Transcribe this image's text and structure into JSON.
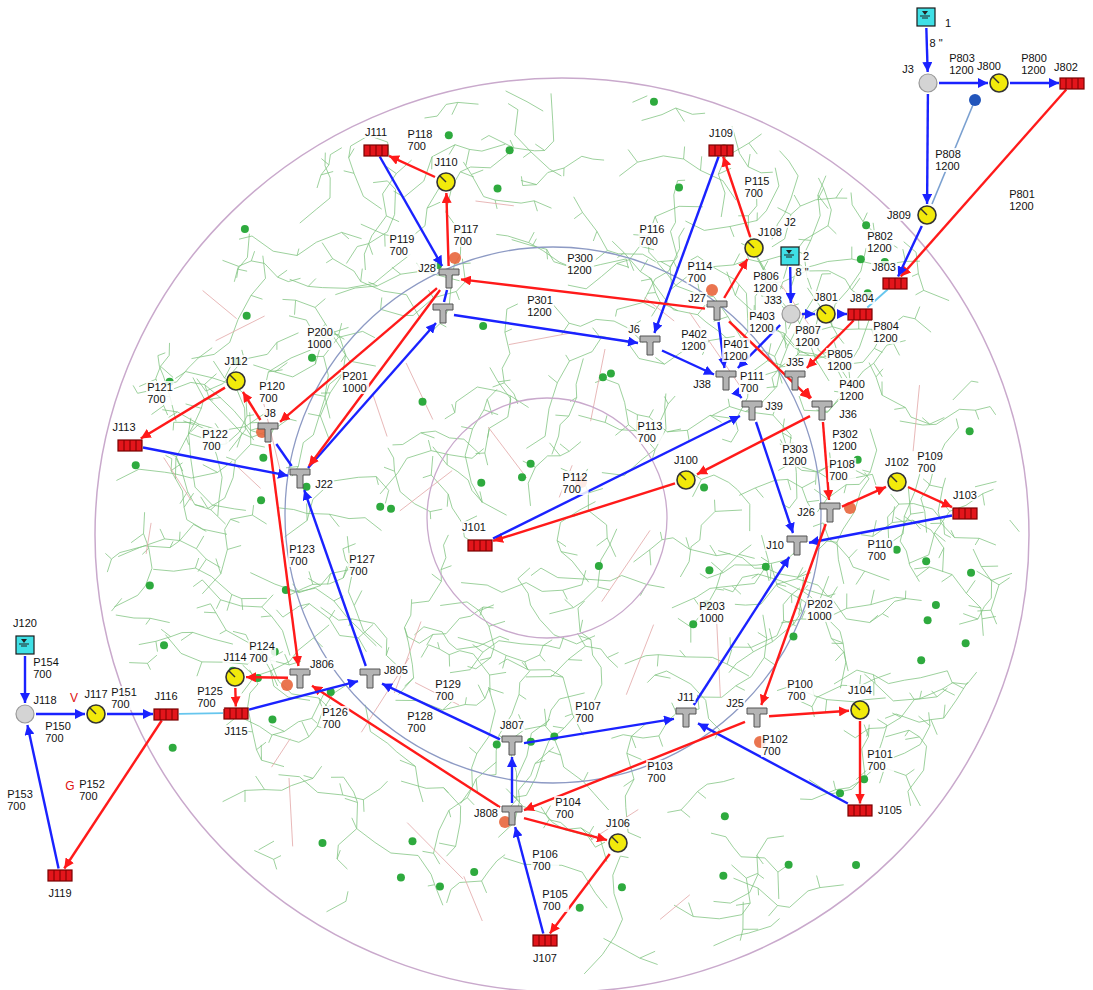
{
  "diagram": {
    "nodes": [
      {
        "text": [
          "1",
          "8 \""
        ]
      },
      {
        "text": [
          "J3"
        ]
      },
      {
        "text": [
          "J800"
        ]
      },
      {
        "text": [
          "J802"
        ]
      },
      {
        "text": [
          "J809"
        ]
      },
      {
        "text": [
          "J803"
        ]
      },
      {
        "text": [
          "J2",
          "2",
          "8 \""
        ]
      },
      {
        "text": [
          "J33"
        ]
      },
      {
        "text": [
          "J801"
        ]
      },
      {
        "text": [
          "J804"
        ]
      },
      {
        "text": [
          "J109"
        ]
      },
      {
        "text": [
          "J108"
        ]
      },
      {
        "text": [
          "J27"
        ]
      },
      {
        "text": [
          "J6"
        ]
      },
      {
        "text": [
          "J38"
        ]
      },
      {
        "text": [
          "J39"
        ]
      },
      {
        "text": [
          "J35"
        ]
      },
      {
        "text": [
          "J36"
        ]
      },
      {
        "text": [
          "J26"
        ]
      },
      {
        "text": [
          "J102"
        ]
      },
      {
        "text": [
          "J103"
        ]
      },
      {
        "text": [
          "J10"
        ]
      },
      {
        "text": [
          "J100"
        ]
      },
      {
        "text": [
          "J101"
        ]
      },
      {
        "text": [
          "J111"
        ]
      },
      {
        "text": [
          "J110"
        ]
      },
      {
        "text": [
          "J28"
        ]
      },
      {
        "text": [
          "J112"
        ]
      },
      {
        "text": [
          "J113"
        ]
      },
      {
        "text": [
          "J8"
        ]
      },
      {
        "text": [
          "J22"
        ]
      },
      {
        "text": [
          "J806"
        ]
      },
      {
        "text": [
          "J805"
        ]
      },
      {
        "text": [
          "J114"
        ]
      },
      {
        "text": [
          "J115"
        ]
      },
      {
        "text": [
          "J116"
        ]
      },
      {
        "text": [
          "J117"
        ]
      },
      {
        "text": [
          "J118"
        ]
      },
      {
        "text": [
          "J120"
        ]
      },
      {
        "text": [
          "J119"
        ]
      },
      {
        "text": [
          "J807"
        ]
      },
      {
        "text": [
          "J808"
        ]
      },
      {
        "text": [
          "J11"
        ]
      },
      {
        "text": [
          "J25"
        ]
      },
      {
        "text": [
          "J104"
        ]
      },
      {
        "text": [
          "J105"
        ]
      },
      {
        "text": [
          "J106"
        ]
      },
      {
        "text": [
          "J107"
        ]
      }
    ],
    "edges": [
      {
        "from": 0,
        "to": 1,
        "arrow": "to"
      },
      {
        "from": 1,
        "to": 2,
        "label": "P803 1200",
        "arrow": "to"
      },
      {
        "from": 2,
        "to": 3,
        "label": "P800 1200",
        "arrow": "to"
      },
      {
        "from": 3,
        "to": 5,
        "label": "P801 1200",
        "arrow": "to"
      },
      {
        "from": 1,
        "to": 4,
        "label": "P808 1200",
        "arrow": "to"
      },
      {
        "from": 4,
        "to": 5,
        "label": "P802 1200",
        "arrow": "to"
      },
      {
        "from": 5,
        "to": 9,
        "arrow": "none"
      },
      {
        "from": 6,
        "to": 7,
        "label": "P806 1200",
        "arrow": "to"
      },
      {
        "from": 7,
        "to": 8,
        "label": "P807 1200",
        "arrow": "to"
      },
      {
        "from": 8,
        "to": 9,
        "label": "P804 1200",
        "arrow": "to"
      },
      {
        "from": 9,
        "to": 16,
        "label": "P805 1200",
        "arrow": "to"
      },
      {
        "from": 16,
        "to": 17,
        "label": "P400 1200",
        "arrow": "to"
      },
      {
        "from": 7,
        "to": 14,
        "label": "P401 1200",
        "arrow": "to"
      },
      {
        "from": 12,
        "to": 14,
        "label": "P402 1200",
        "arrow": "to"
      },
      {
        "from": 12,
        "to": 17,
        "label": "P403 1200",
        "arrow": "to"
      },
      {
        "from": 12,
        "to": 11,
        "label": "P114 700",
        "arrow": "to"
      },
      {
        "from": 11,
        "to": 10,
        "label": "P115 700",
        "arrow": "to"
      },
      {
        "from": 10,
        "to": 13,
        "label": "P116 700",
        "arrow": "to"
      },
      {
        "from": 13,
        "to": 14,
        "arrow": "to"
      },
      {
        "from": 12,
        "to": 26,
        "label": "P300 1200",
        "arrow": "to"
      },
      {
        "from": 14,
        "to": 15,
        "label": "P111 700",
        "arrow": "to"
      },
      {
        "from": 15,
        "to": 21,
        "label": "P303 1200",
        "arrow": "to"
      },
      {
        "from": 17,
        "to": 18,
        "label": "P302 1200",
        "arrow": "to"
      },
      {
        "from": 18,
        "to": 19,
        "label": "P108 700",
        "arrow": "to"
      },
      {
        "from": 19,
        "to": 20,
        "label": "P109 700",
        "arrow": "to"
      },
      {
        "from": 20,
        "to": 21,
        "label": "P110 700",
        "arrow": "to"
      },
      {
        "from": 17,
        "to": 22,
        "arrow": "to"
      },
      {
        "from": 22,
        "to": 23,
        "label": "P112 700",
        "arrow": "to"
      },
      {
        "from": 23,
        "to": 15,
        "label": "P113 700",
        "arrow": "to"
      },
      {
        "from": 18,
        "to": 43,
        "label": "P202 1000",
        "arrow": "to"
      },
      {
        "from": 42,
        "to": 21,
        "label": "P203 1000",
        "arrow": "to"
      },
      {
        "from": 43,
        "to": 44,
        "label": "P100 700",
        "arrow": "to"
      },
      {
        "from": 44,
        "to": 45,
        "label": "P101 700",
        "arrow": "to"
      },
      {
        "from": 45,
        "to": 42,
        "label": "P102 700",
        "arrow": "to"
      },
      {
        "from": 43,
        "to": 41,
        "label": "P103 700",
        "arrow": "to"
      },
      {
        "from": 40,
        "to": 42,
        "label": "P107 700",
        "arrow": "to"
      },
      {
        "from": 41,
        "to": 40,
        "arrow": "to"
      },
      {
        "from": 41,
        "to": 46,
        "label": "P104 700",
        "arrow": "to"
      },
      {
        "from": 46,
        "to": 47,
        "label": "P106 700",
        "arrow": "to"
      },
      {
        "from": 47,
        "to": 41,
        "label": "P105 700",
        "arrow": "to"
      },
      {
        "from": 40,
        "to": 32,
        "label": "P129 700",
        "arrow": "to"
      },
      {
        "from": 41,
        "to": 31,
        "label": "P128 700",
        "arrow": "to"
      },
      {
        "from": 32,
        "to": 30,
        "label": "P127 700",
        "arrow": "to"
      },
      {
        "from": 34,
        "to": 32,
        "label": "P126 700",
        "arrow": "to"
      },
      {
        "from": 29,
        "to": 31,
        "label": "P123 700",
        "arrow": "to"
      },
      {
        "from": 31,
        "to": 33,
        "label": "P124 700",
        "arrow": "to"
      },
      {
        "from": 33,
        "to": 34,
        "label": "P125 700",
        "arrow": "to"
      },
      {
        "from": 35,
        "to": 34,
        "arrow": "none"
      },
      {
        "from": 36,
        "to": 35,
        "label": "P151 700",
        "arrow": "to"
      },
      {
        "from": 37,
        "to": 36,
        "label": "P150 700",
        "arrow": "to"
      },
      {
        "from": 38,
        "to": 37,
        "label": "P154 700",
        "arrow": "to"
      },
      {
        "from": 35,
        "to": 39,
        "label": "P152 700",
        "arrow": "to"
      },
      {
        "from": 39,
        "to": 37,
        "label": "P153 700",
        "arrow": "to"
      },
      {
        "from": 30,
        "to": 29,
        "arrow": "none"
      },
      {
        "from": 29,
        "to": 27,
        "label": "P120 700",
        "arrow": "to"
      },
      {
        "from": 27,
        "to": 28,
        "label": "P121 700",
        "arrow": "to"
      },
      {
        "from": 28,
        "to": 30,
        "label": "P122 700",
        "arrow": "to"
      },
      {
        "from": 26,
        "to": 29,
        "label": "P200 1000",
        "arrow": "to"
      },
      {
        "from": 26,
        "to": 30,
        "label": "P201 1000",
        "arrow": "to"
      },
      {
        "from": 26,
        "to": 25,
        "label": "P117 700",
        "arrow": "to"
      },
      {
        "from": 25,
        "to": 24,
        "label": "P118 700",
        "arrow": "to"
      },
      {
        "from": 24,
        "to": 26,
        "label": "P119 700",
        "arrow": "to"
      }
    ],
    "labels": [
      "P301 1200",
      "V",
      "G"
    ]
  }
}
